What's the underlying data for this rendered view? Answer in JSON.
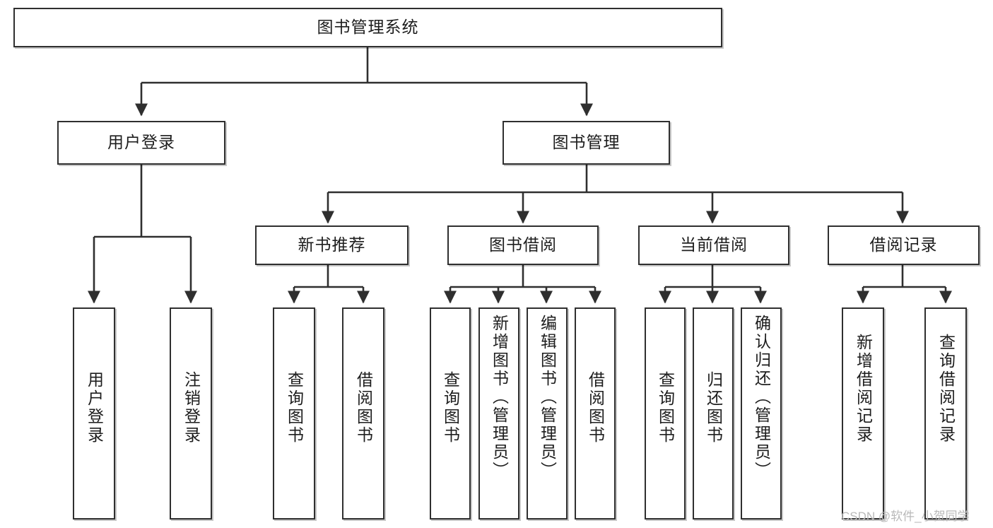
{
  "diagram": {
    "type": "tree-hierarchy",
    "title": "图书管理系统",
    "root": {
      "label": "图书管理系统"
    },
    "level1": [
      {
        "label": "用户登录"
      },
      {
        "label": "图书管理"
      }
    ],
    "level2": [
      {
        "label": "新书推荐"
      },
      {
        "label": "图书借阅"
      },
      {
        "label": "当前借阅"
      },
      {
        "label": "借阅记录"
      }
    ],
    "leaves": {
      "user_login": [
        {
          "label": "用户登录"
        },
        {
          "label": "注销登录"
        }
      ],
      "new_book_recommend": [
        {
          "label": "查询图书"
        },
        {
          "label": "借阅图书"
        }
      ],
      "book_borrow": [
        {
          "label": "查询图书"
        },
        {
          "label": "新增图书（管理员）"
        },
        {
          "label": "编辑图书（管理员）"
        },
        {
          "label": "借阅图书"
        }
      ],
      "current_borrow": [
        {
          "label": "查询图书"
        },
        {
          "label": "归还图书"
        },
        {
          "label": "确认归还（管理员）"
        }
      ],
      "borrow_record": [
        {
          "label": "新增借阅记录"
        },
        {
          "label": "查询借阅记录"
        }
      ]
    }
  },
  "watermark": {
    "text": "CSDN @软件_小贺同学"
  },
  "colors": {
    "border": "#2f2f2f",
    "background": "#ffffff",
    "text": "#1d1d1d",
    "watermark": "#b9b9b9"
  }
}
